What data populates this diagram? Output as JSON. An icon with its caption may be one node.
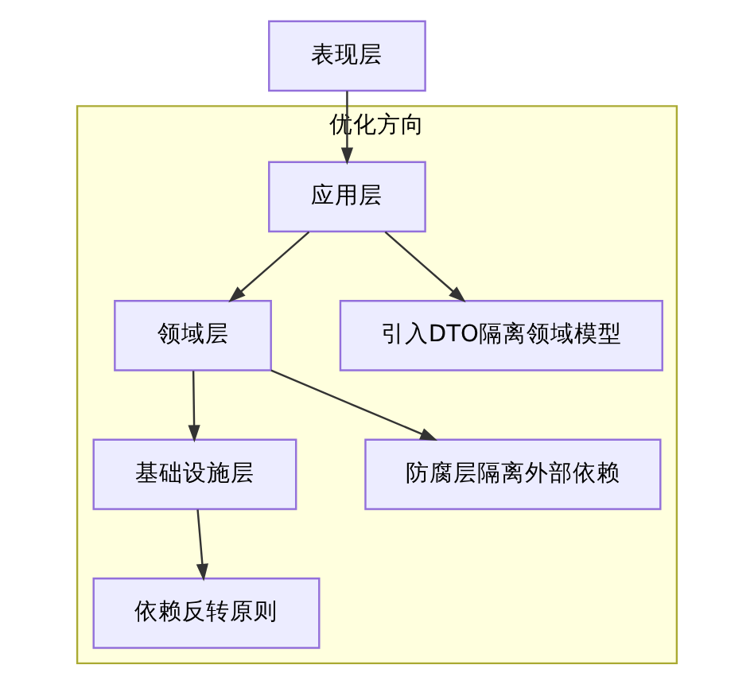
{
  "diagram": {
    "nodes": [
      {
        "text": [
          "表现层"
        ]
      },
      {
        "text": [
          "优化方向"
        ]
      },
      {
        "text": [
          "应用层"
        ],
        "in": 1
      },
      {
        "text": [
          "领域层"
        ],
        "in": 1
      },
      {
        "text": [
          "引入DTO隔离领域模型"
        ],
        "in": 1
      },
      {
        "text": [
          "基础设施层"
        ],
        "in": 1
      },
      {
        "text": [
          "防腐层隔离外部依赖"
        ],
        "in": 1
      },
      {
        "text": [
          "依赖反转原则"
        ],
        "in": 1
      }
    ],
    "edges": [
      {
        "from": 0,
        "to": 2,
        "arrow": "to"
      },
      {
        "from": 2,
        "to": 3,
        "arrow": "to"
      },
      {
        "from": 2,
        "to": 4,
        "arrow": "to"
      },
      {
        "from": 3,
        "to": 5,
        "arrow": "to"
      },
      {
        "from": 3,
        "to": 6,
        "arrow": "to"
      },
      {
        "from": 5,
        "to": 7,
        "arrow": "to"
      }
    ]
  }
}
